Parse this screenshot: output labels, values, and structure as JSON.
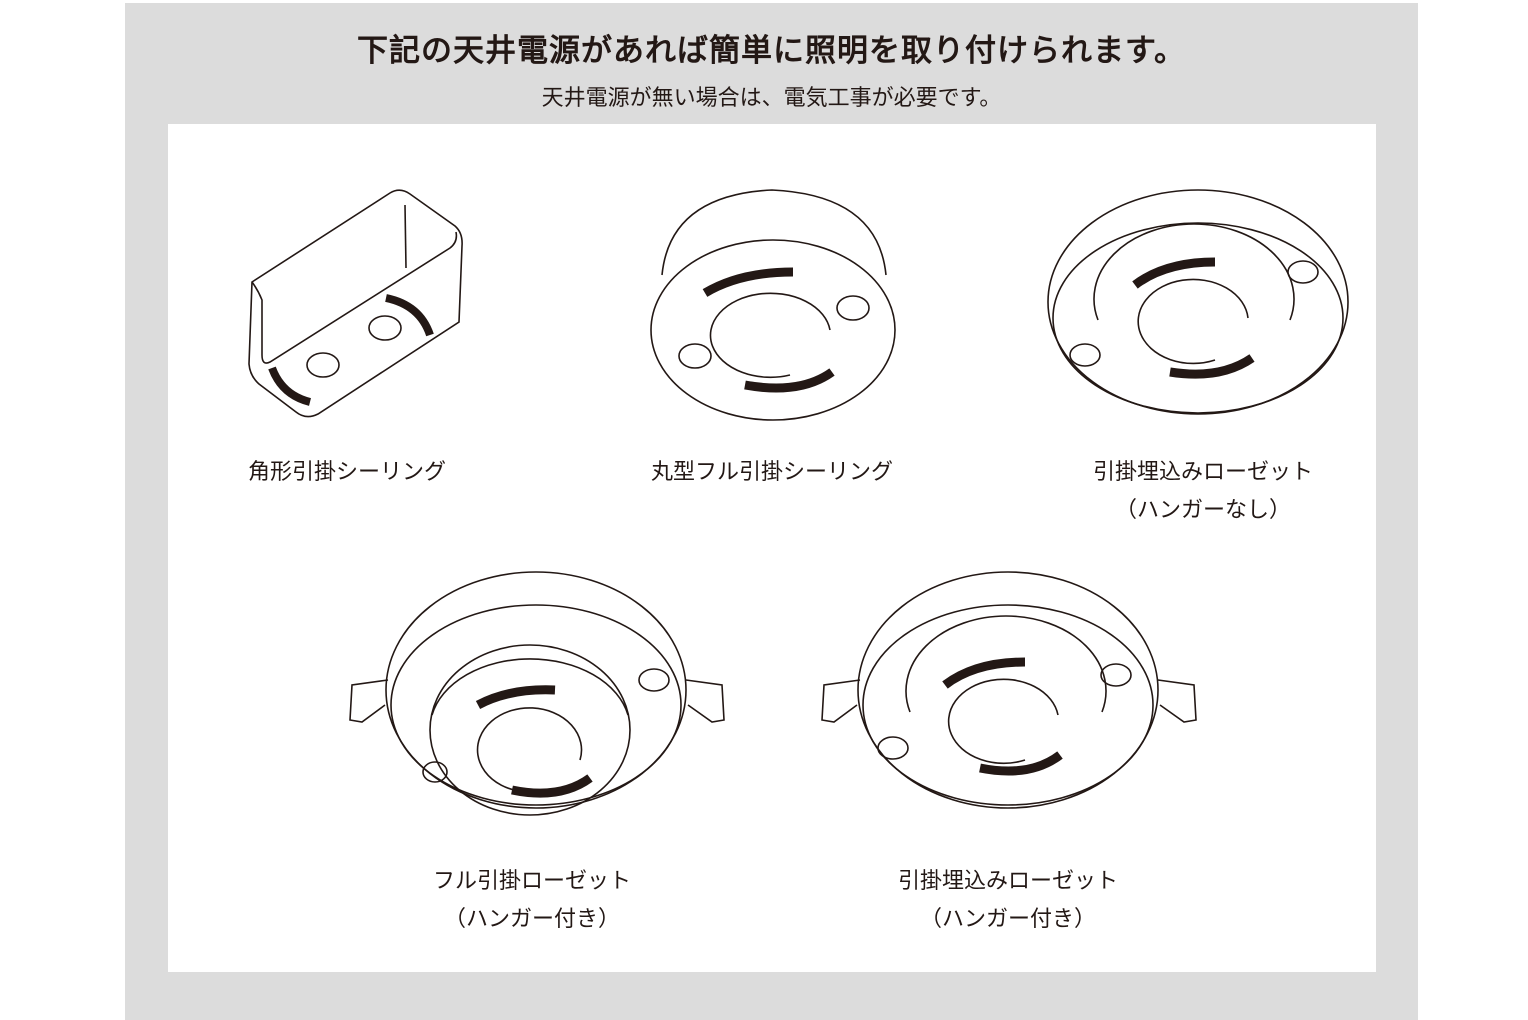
{
  "header": {
    "title": "下記の天井電源があれば簡単に照明を取り付けられます。",
    "subtitle": "天井電源が無い場合は、電気工事が必要です。"
  },
  "items": [
    {
      "name": "角形引掛シーリング",
      "note": ""
    },
    {
      "name": "丸型フル引掛シーリング",
      "note": ""
    },
    {
      "name": "引掛埋込みローゼット",
      "note": "（ハンガーなし）"
    },
    {
      "name": "フル引掛ローゼット",
      "note": "（ハンガー付き）"
    },
    {
      "name": "引掛埋込みローゼット",
      "note": "（ハンガー付き）"
    }
  ],
  "colors": {
    "background": "#dcdcdc",
    "panel": "#ffffff",
    "ink": "#231815"
  }
}
